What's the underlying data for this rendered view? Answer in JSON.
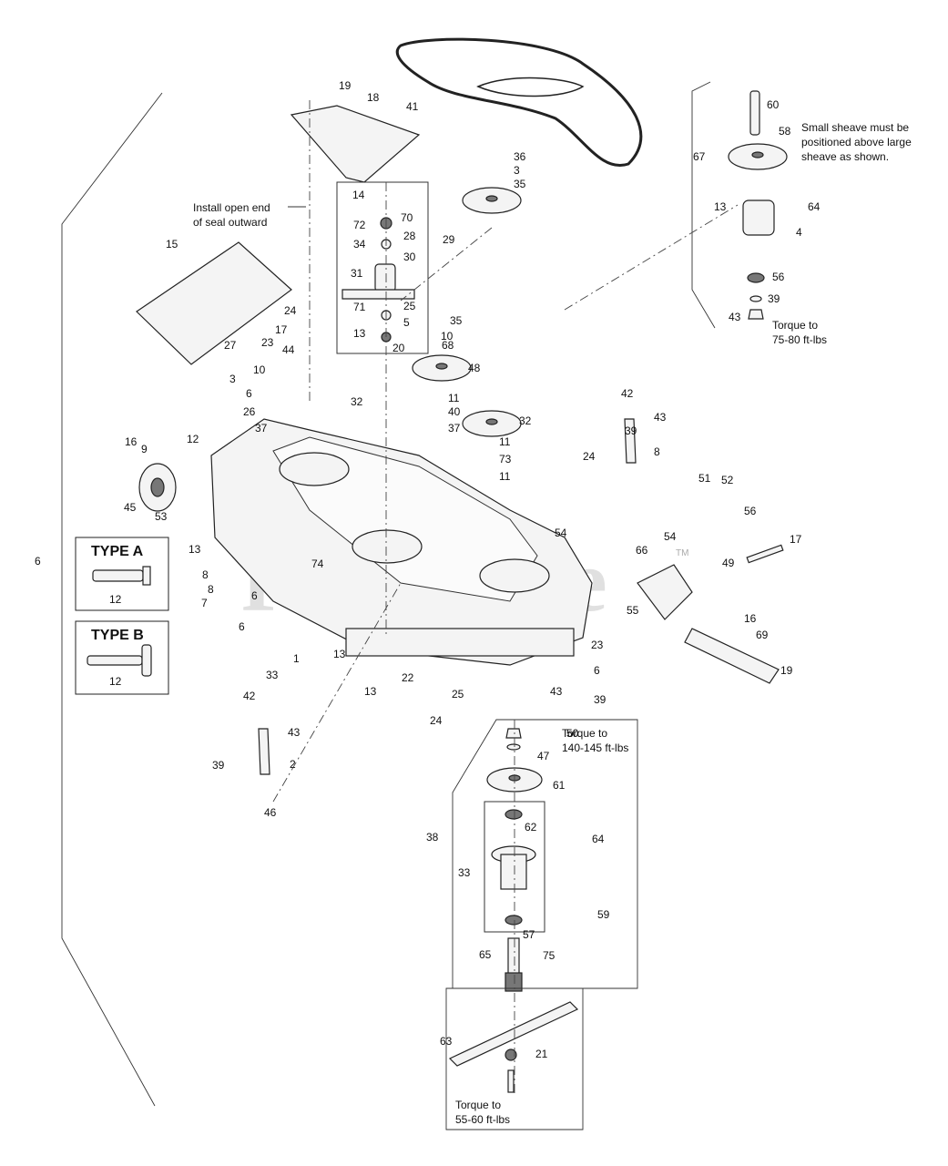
{
  "watermark": "PartsTree",
  "watermark_tm": "TM",
  "notes": {
    "seal": [
      "Install open end",
      "of seal outward"
    ],
    "sheave": [
      "Small sheave must be",
      "positioned above large",
      "sheave as shown."
    ],
    "torque_top": [
      "Torque to",
      "75-80 ft-lbs"
    ],
    "torque_spindle": [
      "Torque to",
      "140-145 ft-lbs"
    ],
    "torque_blade": [
      "Torque to",
      "55-60 ft-lbs"
    ]
  },
  "type_a": {
    "title": "TYPE A",
    "part": "12"
  },
  "type_b": {
    "title": "TYPE B",
    "part": "12"
  },
  "callouts": [
    "19",
    "18",
    "41",
    "60",
    "58",
    "67",
    "36",
    "3",
    "35",
    "14",
    "70",
    "72",
    "28",
    "34",
    "30",
    "29",
    "15",
    "31",
    "71",
    "25",
    "24",
    "17",
    "27",
    "23",
    "44",
    "13",
    "5",
    "20",
    "10",
    "3",
    "35",
    "10",
    "68",
    "48",
    "13",
    "64",
    "4",
    "56",
    "39",
    "43",
    "42",
    "43",
    "39",
    "24",
    "8",
    "6",
    "26",
    "37",
    "32",
    "11",
    "40",
    "37",
    "32",
    "11",
    "73",
    "11",
    "16",
    "9",
    "12",
    "45",
    "53",
    "51",
    "52",
    "56",
    "17",
    "49",
    "54",
    "54",
    "66",
    "55",
    "16",
    "69",
    "19",
    "6",
    "13",
    "74",
    "8",
    "8",
    "7",
    "6",
    "6",
    "1",
    "33",
    "13",
    "13",
    "22",
    "25",
    "24",
    "23",
    "6",
    "39",
    "43",
    "42",
    "43",
    "39",
    "2",
    "46",
    "50",
    "47",
    "61",
    "38",
    "62",
    "64",
    "33",
    "57",
    "59",
    "65",
    "75",
    "63",
    "21"
  ]
}
